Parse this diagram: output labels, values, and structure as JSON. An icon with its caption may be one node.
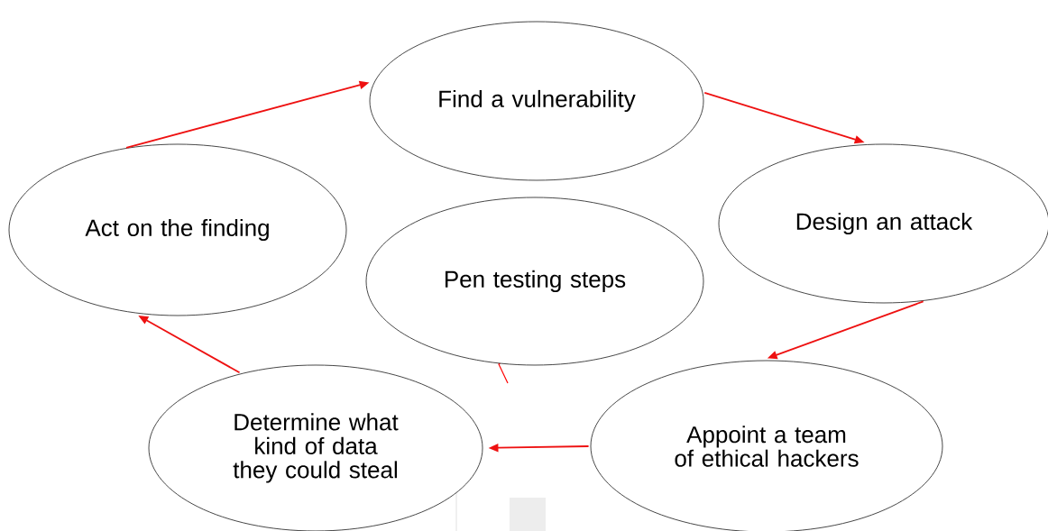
{
  "diagram": {
    "nodes": [
      {
        "text": [
          "Find a vulnerability"
        ]
      },
      {
        "text": [
          "Design an attack"
        ]
      },
      {
        "text": [
          "Appoint a team of ethical hackers"
        ]
      },
      {
        "text": [
          "Determine what kind of data they could steal"
        ]
      },
      {
        "text": [
          "Act on the finding"
        ]
      },
      {
        "text": [
          "Pen testing steps"
        ]
      }
    ],
    "edges": [
      {
        "from": 4,
        "to": 0,
        "arrow": "to",
        "color": "#ee1111"
      },
      {
        "from": 0,
        "to": 1,
        "arrow": "to",
        "color": "#ee1111"
      },
      {
        "from": 1,
        "to": 2,
        "arrow": "to",
        "color": "#ee1111"
      },
      {
        "from": 2,
        "to": 3,
        "arrow": "to",
        "color": "#ee1111"
      },
      {
        "from": 3,
        "to": 4,
        "arrow": "to",
        "color": "#ee1111"
      }
    ]
  }
}
